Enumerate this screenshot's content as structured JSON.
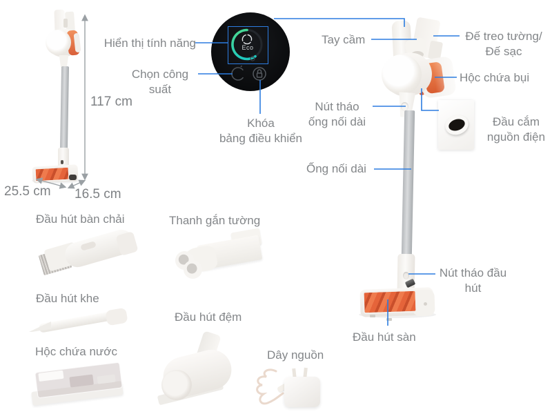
{
  "page": {
    "background": "#ffffff"
  },
  "dimensions": {
    "height": "117 cm",
    "base_width": "25.5 cm",
    "base_depth": "16.5 cm"
  },
  "display_detail": {
    "mode_label": "Eco"
  },
  "callouts": {
    "display": "Hiển thị tính năng",
    "power_select": "Chọn công\nsuất",
    "panel_lock": "Khóa\nbảng điều khiển",
    "handle": "Tay cầm",
    "wall_dock": "Đế treo tường/\nĐế sạc",
    "dust_bin": "Hộc chứa bụi",
    "tube_release": "Nút tháo\nống nối dài",
    "power_socket": "Đầu cắm\nnguồn điện",
    "extension_tube": "Ống nối dài",
    "head_release": "Nút tháo đầu\nhút",
    "floor_head": "Đầu hút sàn"
  },
  "accessories": {
    "brush_nozzle": "Đầu hút bàn chải",
    "wall_bar": "Thanh gắn tường",
    "crevice_nozzle": "Đầu hút khe",
    "mattress_nozzle": "Đầu hút đệm",
    "water_tank": "Hộc chứa nước",
    "power_cord": "Dây nguồn"
  },
  "icons": {
    "fan_mode_icon": "three-blade fan glyph",
    "power_select_icon": "open ring / power cycle glyph",
    "lock_icon": "padlock in circle",
    "power_glyph_icon": "small power symbol"
  },
  "colors": {
    "callout_blue": "#2b7ce0",
    "label_gray": "#838689",
    "arc_teal_start": "#4cd98e",
    "arc_teal_end": "#1fc9bf",
    "accent_orange": "#e06038",
    "display_black": "#0b0c0e",
    "pole_gray": "#b4b7ba"
  }
}
